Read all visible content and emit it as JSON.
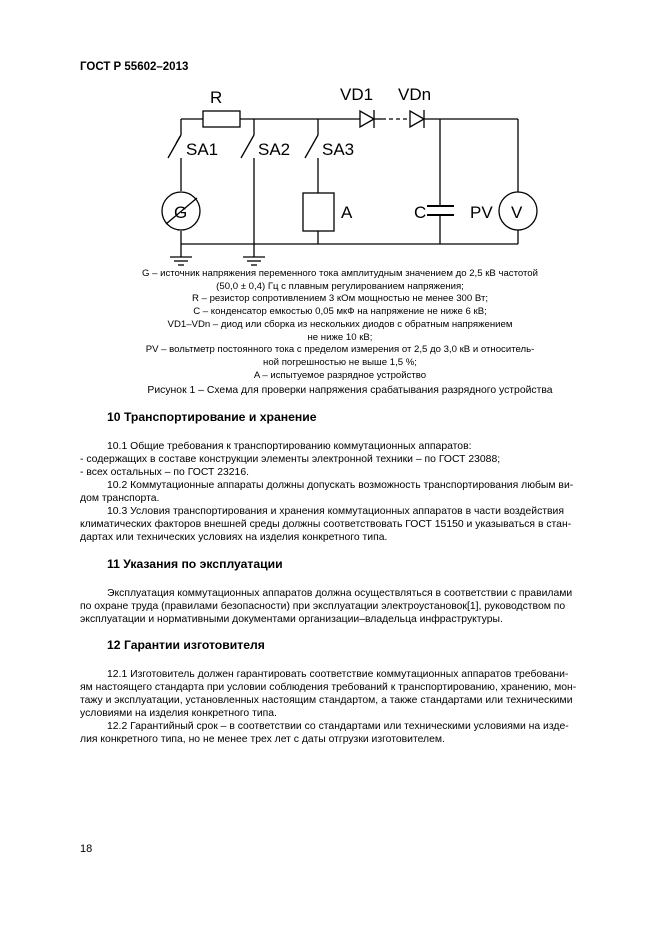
{
  "header": {
    "doc_code": "ГОСТ Р 55602–2013"
  },
  "schematic": {
    "labels": {
      "r": "R",
      "sa1": "SA1",
      "sa2": "SA2",
      "sa3": "SA3",
      "vd1": "VD1",
      "vdn": "VDn",
      "g": "G",
      "a": "A",
      "c": "C",
      "pv": "PV",
      "v": "V"
    }
  },
  "legend": [
    "G – источник напряжения переменного тока амплитудным значением до 2,5 кВ частотой",
    "(50,0 ± 0,4) Гц с плавным регулированием напряжения;",
    "R – резистор сопротивлением 3 кОм мощностью не менее 300 Вт;",
    "C – конденсатор емкостью 0,05 мкФ на напряжение не ниже 6 кВ;",
    "VD1–VDn – диод или сборка из нескольких диодов с обратным напряжением",
    "не ниже 10 кВ;",
    "PV – вольтметр постоянного тока с пределом измерения от 2,5 до 3,0 кВ и относитель-",
    "ной погрешностью не выше 1,5 %;",
    "A – испытуемое разрядное устройство"
  ],
  "figure_caption": "Рисунок 1 – Схема для проверки напряжения срабатывания разрядного устройства",
  "sections": {
    "s10": {
      "heading": "10 Транспортирование и хранение",
      "p1": "10.1 Общие требования к транспортированию коммутационных аппаратов:",
      "p2": "- содержащих в составе конструкции элементы электронной техники – по ГОСТ 23088;",
      "p3": "- всех остальных – по ГОСТ 23216.",
      "p4a": "10.2 Коммутационные аппараты должны допускать возможность транспортирования любым ви-",
      "p4b": "дом транспорта.",
      "p5a": "10.3 Условия транспортирования и хранения коммутационных аппаратов в части воздействия",
      "p5b": "климатических факторов внешней среды должны соответствовать ГОСТ 15150 и указываться в стан-",
      "p5c": "дартах или технических условиях на изделия конкретного типа."
    },
    "s11": {
      "heading": "11 Указания по эксплуатации",
      "p1a": "Эксплуатация коммутационных аппаратов должна осуществляться в соответствии с правилами",
      "p1b": "по охране труда (правилами безопасности) при эксплуатации электроустановок[1], руководством по",
      "p1c": "эксплуатации и нормативными документами организации–владельца инфраструктуры."
    },
    "s12": {
      "heading": "12 Гарантии изготовителя",
      "p1a": "12.1 Изготовитель должен гарантировать соответствие коммутационных аппаратов требовани-",
      "p1b": "ям настоящего стандарта при условии соблюдения требований к транспортированию, хранению, мон-",
      "p1c": "тажу и эксплуатации, установленных настоящим стандартом, а также стандартами или техническими",
      "p1d": "условиями на изделия конкретного типа.",
      "p2a": "12.2 Гарантийный срок – в соответствии со стандартами или техническими условиями на изде-",
      "p2b": "лия конкретного типа, но не менее трех лет с даты отгрузки изготовителем."
    }
  },
  "page_number": "18"
}
